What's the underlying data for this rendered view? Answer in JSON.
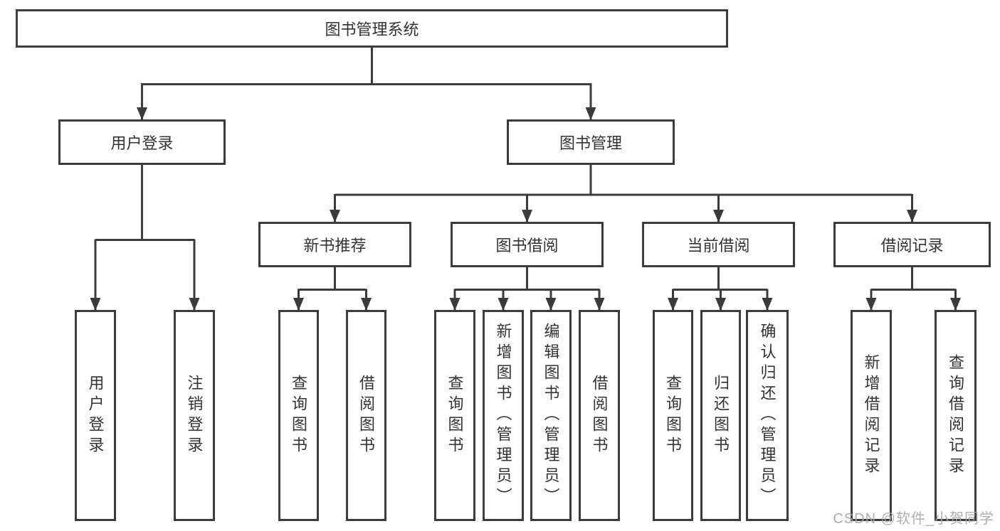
{
  "tree": {
    "root": {
      "label": "图书管理系统",
      "children": [
        {
          "label": "用户登录",
          "children": [
            {
              "label": "用户登录"
            },
            {
              "label": "注销登录"
            }
          ]
        },
        {
          "label": "图书管理",
          "children": [
            {
              "label": "新书推荐",
              "children": [
                {
                  "label": "查询图书"
                },
                {
                  "label": "借阅图书"
                }
              ]
            },
            {
              "label": "图书借阅",
              "children": [
                {
                  "label": "查询图书"
                },
                {
                  "label": "新增图书（管理员）"
                },
                {
                  "label": "编辑图书（管理员）"
                },
                {
                  "label": "借阅图书"
                }
              ]
            },
            {
              "label": "当前借阅",
              "children": [
                {
                  "label": "查询图书"
                },
                {
                  "label": "归还图书"
                },
                {
                  "label": "确认归还（管理员）"
                }
              ]
            },
            {
              "label": "借阅记录",
              "children": [
                {
                  "label": "新增借阅记录"
                },
                {
                  "label": "查询借阅记录"
                }
              ]
            }
          ]
        }
      ]
    }
  },
  "colors": {
    "line": "#3b3b3b",
    "text": "#333333",
    "background": "#ffffff",
    "watermark": "#a6a6a6"
  },
  "watermark": {
    "text": "CSDN @软件_小贺同学"
  }
}
